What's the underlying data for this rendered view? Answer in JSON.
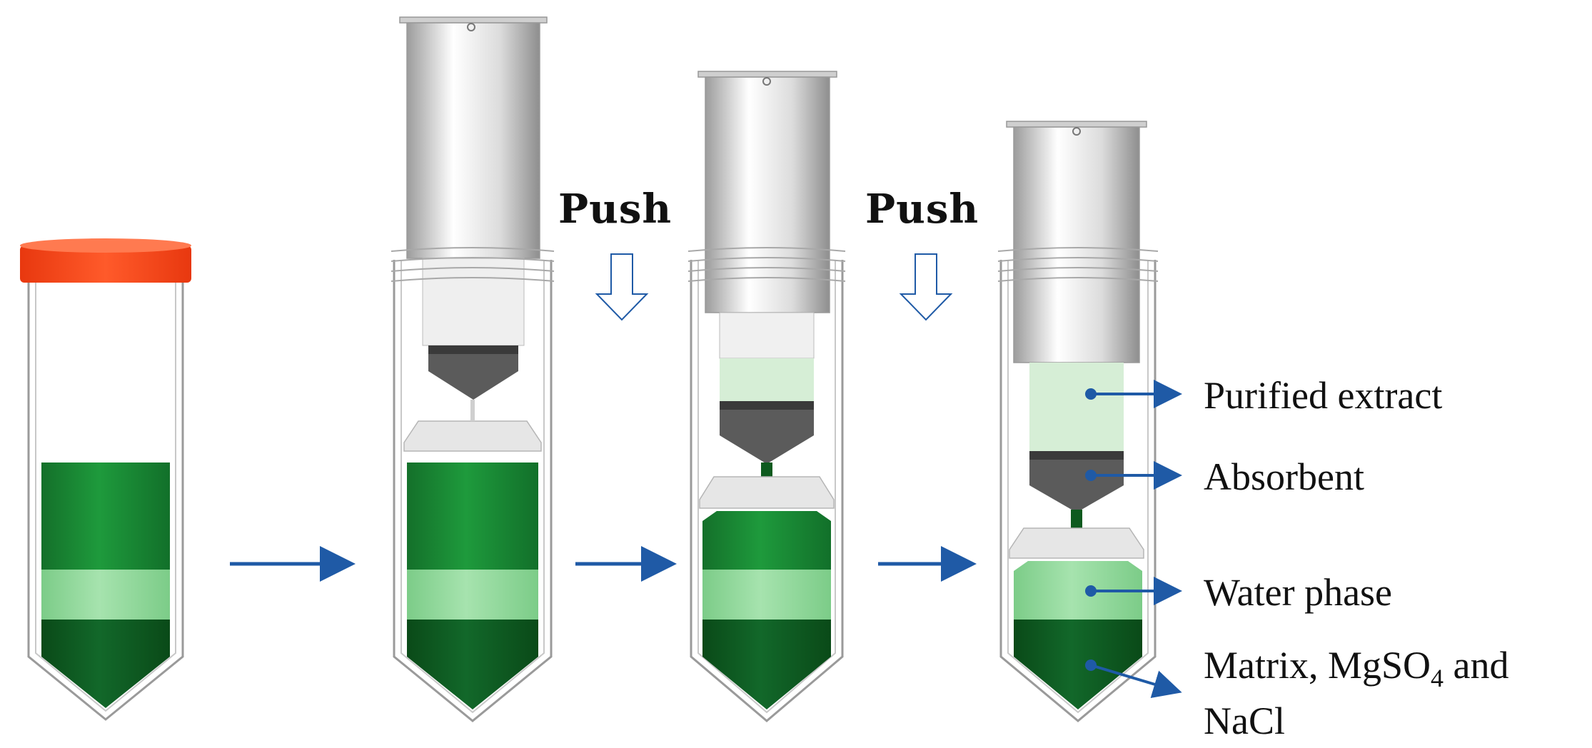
{
  "push_labels": [
    "Push",
    "Push"
  ],
  "callouts": {
    "purified_extract": "Purified extract",
    "absorbent": "Absorbent",
    "water_phase": "Water phase",
    "matrix_line1_pre": "Matrix, MgSO",
    "matrix_line1_sub": "4",
    "matrix_line1_post": " and",
    "matrix_line2": "NaCl"
  },
  "colors": {
    "cap": "#ff4a1f",
    "green_top": "#1a8a36",
    "green_light": "#8fd89a",
    "green_dark": "#0d5a1e",
    "arrow_blue": "#1f5aa6",
    "plunger_gray": "#d8d8d8",
    "sorbent_gray": "#5b5b5b",
    "purified": "#d9efd9"
  },
  "icons": [
    "flow-arrow-icon",
    "push-down-arrow-icon",
    "callout-arrow-icon",
    "tube-cap-icon"
  ]
}
